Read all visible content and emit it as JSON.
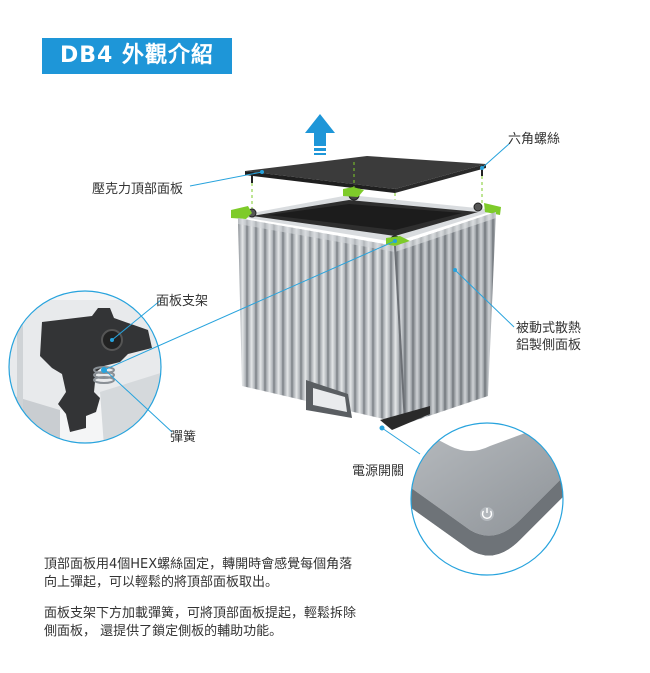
{
  "title": "DB4 外觀介紹",
  "colors": {
    "accent": "#1e96d8",
    "leader": "#27a3dd",
    "green": "#7ecb2a",
    "body_silver": "#c4c8cc",
    "top_panel": "#3a3a3a"
  },
  "labels": {
    "acrylic_top": "壓克力頂部面板",
    "hex_screw": "六角螺絲",
    "panel_bracket": "面板支架",
    "passive_side": "被動式散熱\n鋁製側面板",
    "spring": "彈簧",
    "power_switch": "電源開關"
  },
  "icons": [
    "up-arrow-icon",
    "power-icon"
  ],
  "description": {
    "paragraph1": "頂部面板用4個HEX螺絲固定，轉開時會感覺每個角落\n向上彈起，可以輕鬆的將頂部面板取出。",
    "paragraph2": "面板支架下方加載彈簧，可將頂部面板提起，輕鬆拆除\n側面板， 還提供了鎖定側板的輔助功能。"
  }
}
